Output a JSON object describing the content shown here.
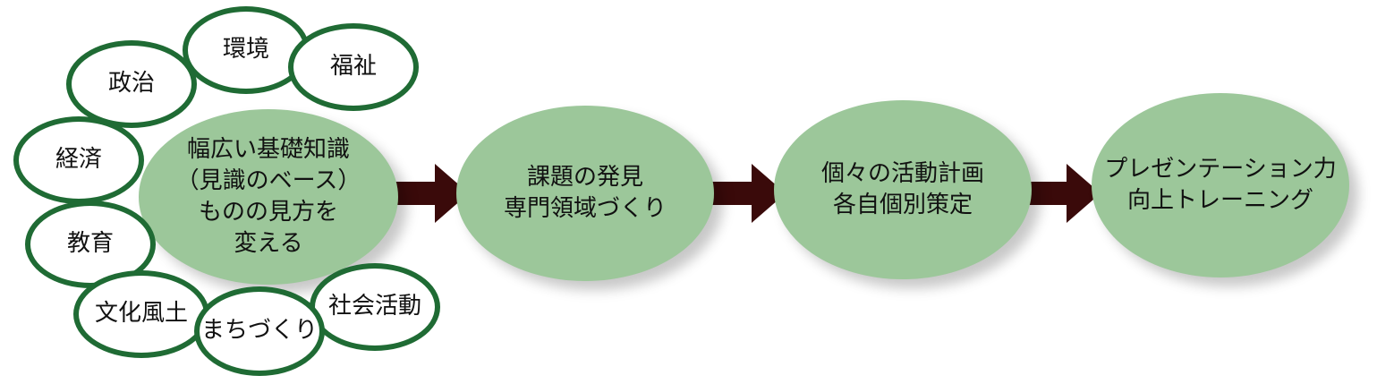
{
  "topics": [
    {
      "label": "環境"
    },
    {
      "label": "福祉"
    },
    {
      "label": "政治"
    },
    {
      "label": "経済"
    },
    {
      "label": "教育"
    },
    {
      "label": "文化風土"
    },
    {
      "label": "まちづくり"
    },
    {
      "label": "社会活動"
    }
  ],
  "stages": [
    {
      "label": "幅広い基礎知識\n（見識のベース）\nものの見方を\n変える"
    },
    {
      "label": "課題の発見\n専門領域づくり"
    },
    {
      "label": "個々の活動計画\n各自個別策定"
    },
    {
      "label": "プレゼンテーション力\n向上トレーニング"
    }
  ],
  "colors": {
    "stage_fill": "#9cc79a",
    "topic_border": "#1f6b34",
    "arrow": "#3a0a0a"
  }
}
